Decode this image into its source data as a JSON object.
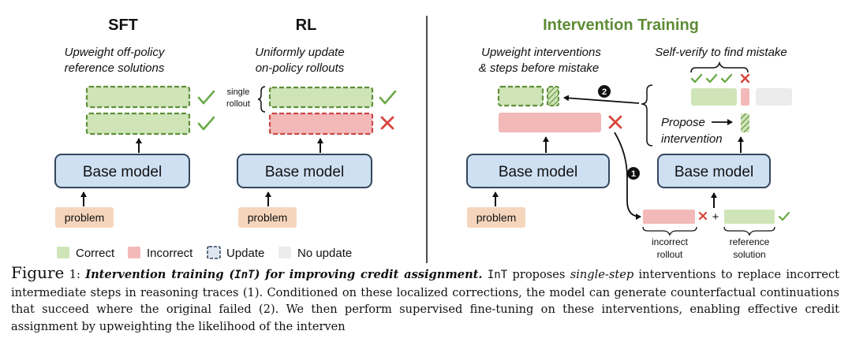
{
  "panels": {
    "sft": {
      "title": "SFT",
      "subtitle_line1": "Upweight off-policy",
      "subtitle_line2": "reference solutions",
      "model_label": "Base model",
      "problem_label": "problem"
    },
    "rl": {
      "title": "RL",
      "subtitle_line1": "Uniformly update",
      "subtitle_line2": "on-policy rollouts",
      "brace_line1": "single",
      "brace_line2": "rollout",
      "model_label": "Base model",
      "problem_label": "problem"
    },
    "int": {
      "title": "Intervention Training",
      "left_line1": "Upweight interventions",
      "left_line2": "& steps before mistake",
      "right_title": "Self-verify to find mistake",
      "propose_line1": "Propose",
      "propose_line2": "intervention",
      "model_label_left": "Base model",
      "model_label_right": "Base model",
      "problem_label": "problem",
      "step1": "1",
      "step2": "2",
      "incorrect_line1": "incorrect",
      "incorrect_line2": "rollout",
      "reference_line1": "reference",
      "reference_line2": "solution",
      "plus": "+"
    }
  },
  "legend": {
    "correct": "Correct",
    "incorrect": "Incorrect",
    "update": "Update",
    "no_update": "No update"
  },
  "caption": {
    "fig_word": "Figure",
    "fig_num": "1:",
    "title_a": "Intervention training (",
    "title_code": "InT",
    "title_b": ") for improving credit assignment.",
    "int_word": "InT",
    "t1": " proposes ",
    "single_step": "single-step",
    "t2": " interventions to replace incorrect intermediate steps in reasoning traces (1). Conditioned on these localized corrections, the model can generate counterfactual continuations that succeed where the original failed (2). We then perform supervised fine-tuning on these interventions, enabling effective credit assignment by upweighting the likelihood of the interven"
  },
  "colors": {
    "correct_fill": "#cfe5b8",
    "correct_stroke": "#5f8f3a",
    "incorrect_fill": "#f3b8b8",
    "incorrect_stroke": "#c94848",
    "model_fill": "#cfe0f3",
    "model_stroke": "#33465e",
    "problem_fill": "#f5d6bd",
    "no_update_fill": "#ececec",
    "check": "#6aaa46",
    "cross": "#d9453d",
    "title_green": "#5e8c36"
  }
}
